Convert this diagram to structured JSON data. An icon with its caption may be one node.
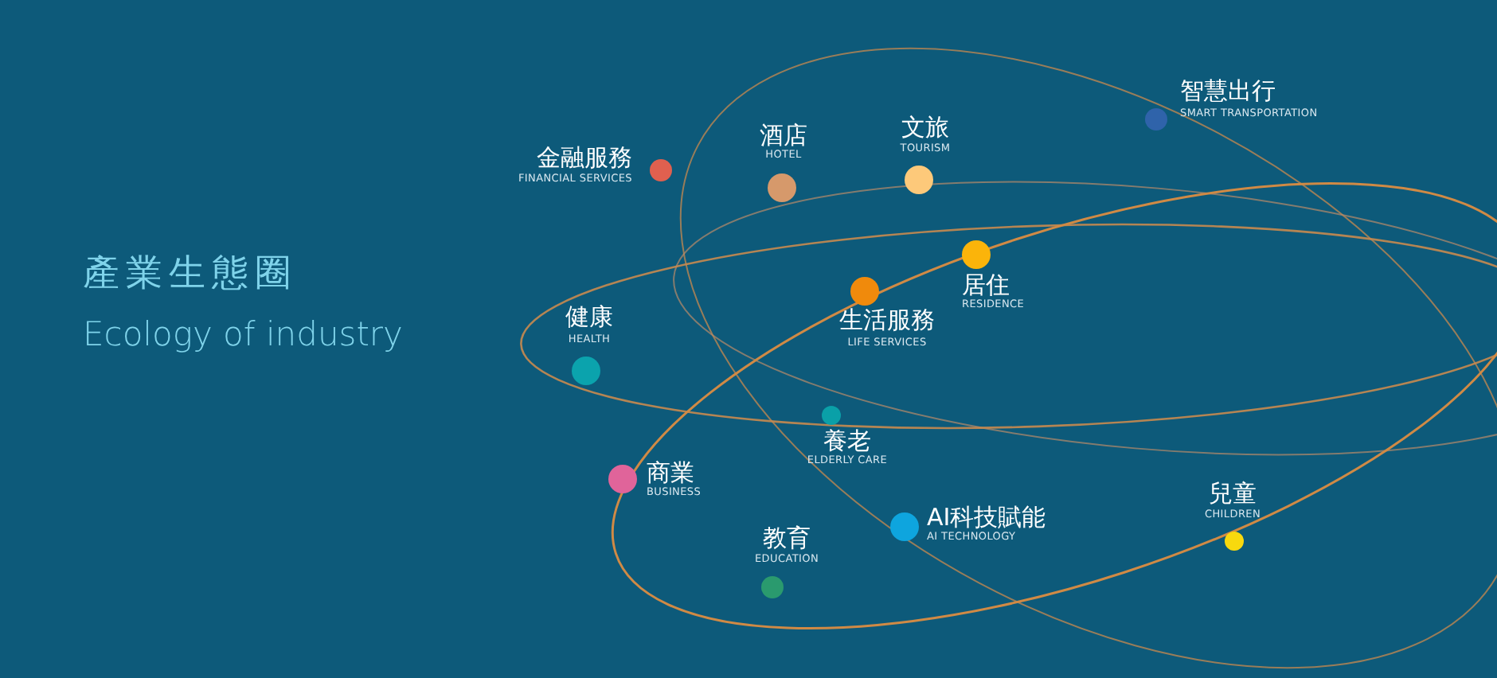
{
  "diagram": {
    "title": "產業生態圈",
    "nodes": [
      {
        "text": [
          "金融服務",
          "FINANCIAL SERVICES"
        ]
      },
      {
        "text": [
          "酒店",
          "HOTEL"
        ]
      },
      {
        "text": [
          "文旅",
          "TOURISM"
        ]
      },
      {
        "text": [
          "智慧出行",
          "SMART TRANSPORTATION"
        ]
      },
      {
        "text": [
          "居住",
          "RESIDENCE"
        ]
      },
      {
        "text": [
          "生活服務",
          "LIFE SERVICES"
        ]
      },
      {
        "text": [
          "健康",
          "HEALTH"
        ]
      },
      {
        "text": [
          "養老",
          "ELDERLY CARE"
        ]
      },
      {
        "text": [
          "商業",
          "BUSINESS"
        ]
      },
      {
        "text": [
          "教育",
          "EDUCATION"
        ]
      },
      {
        "text": [
          "AI科技賦能",
          "AI TECHNOLOGY"
        ]
      },
      {
        "text": [
          "兒童",
          "CHILDREN"
        ]
      }
    ],
    "labels": [
      "Ecology of industry"
    ]
  }
}
